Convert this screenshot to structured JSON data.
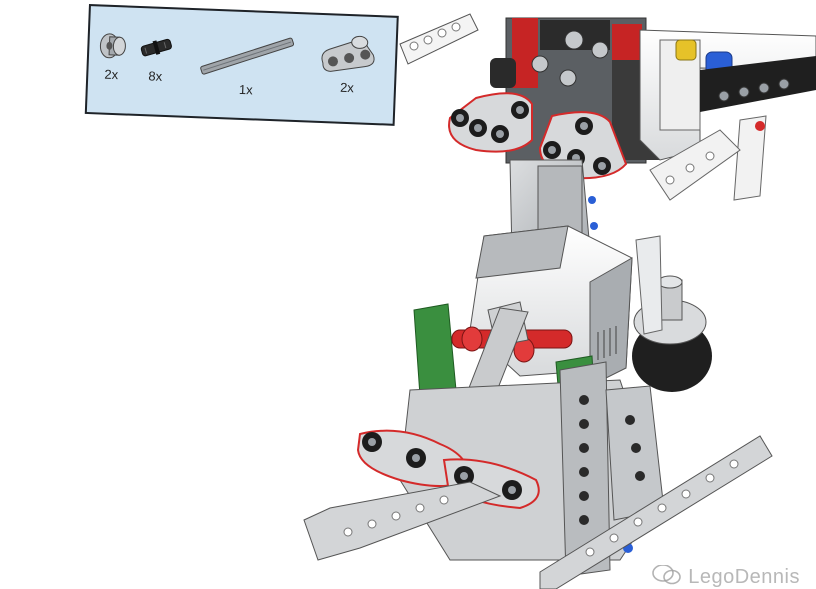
{
  "parts_list": {
    "items": [
      {
        "icon": "bush-icon",
        "quantity": "2x"
      },
      {
        "icon": "friction-pin-icon",
        "quantity": "8x"
      },
      {
        "icon": "axle-icon",
        "quantity": "1x"
      },
      {
        "icon": "double-beam-connector-icon",
        "quantity": "2x"
      }
    ]
  },
  "watermark": {
    "icon": "wechat-logo-icon",
    "text": "LegoDennis"
  },
  "colors": {
    "panel_background": "#cfe3f2",
    "beam_light_gray": "#c9cbcd",
    "beam_dark_gray": "#7d8287",
    "accent_red": "#d42a2a",
    "accent_green": "#3a8f3f",
    "accent_blue": "#2a5fd6",
    "accent_yellow": "#e6c229",
    "black": "#1c1c1c"
  }
}
